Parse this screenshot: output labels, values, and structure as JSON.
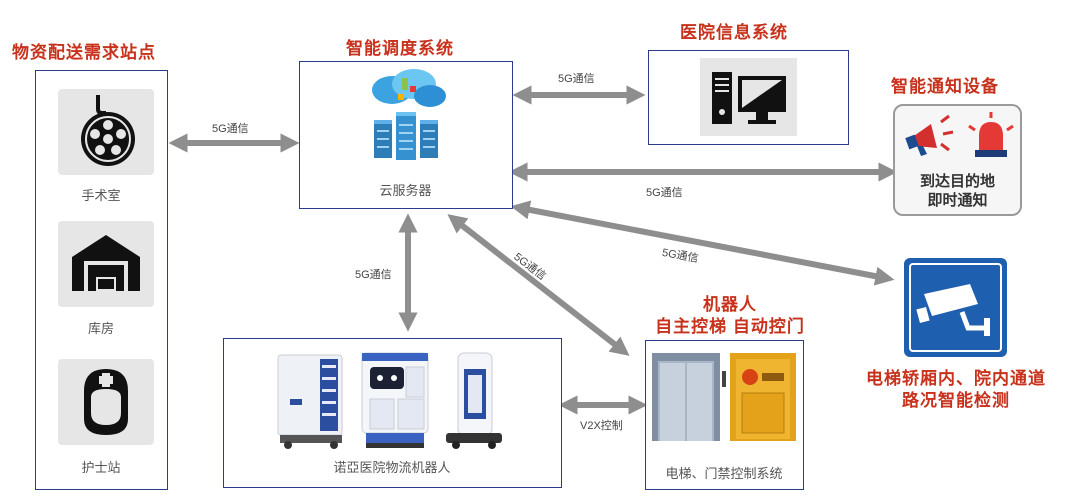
{
  "titles": {
    "stations": "物资配送需求站点",
    "dispatch": "智能调度系统",
    "his": "医院信息系统",
    "notify": "智能通知设备",
    "robot_line1": "机器人",
    "robot_line2": "自主控梯 自动控门",
    "monitor_line1": "电梯轿厢内、院内通道",
    "monitor_line2": "路况智能检测"
  },
  "stations": [
    {
      "label": "手术室",
      "icon": "surgical-lamp-icon"
    },
    {
      "label": "库房",
      "icon": "warehouse-icon"
    },
    {
      "label": "护士站",
      "icon": "nurse-icon"
    }
  ],
  "server": {
    "label": "云服务器",
    "icon": "cloud-server-icon"
  },
  "notify_device": {
    "line1": "到达目的地",
    "line2": "即时通知",
    "icons": [
      "megaphone-icon",
      "alarm-light-icon"
    ]
  },
  "robots": {
    "label": "诺亞医院物流机器人"
  },
  "elevator": {
    "label": "电梯、门禁控制系统"
  },
  "links": {
    "stations_dispatch": "5G通信",
    "dispatch_his": "5G通信",
    "dispatch_notify": "5G通信",
    "dispatch_camera": "5G通信",
    "dispatch_robots": "5G通信",
    "dispatch_elevator": "5G通信",
    "robots_elevator": "V2X控制"
  },
  "colors": {
    "title": "#c8321c",
    "border": "#2b3a8c",
    "arrow": "#8e8e8e",
    "camera_bg": "#1f5fb0"
  }
}
